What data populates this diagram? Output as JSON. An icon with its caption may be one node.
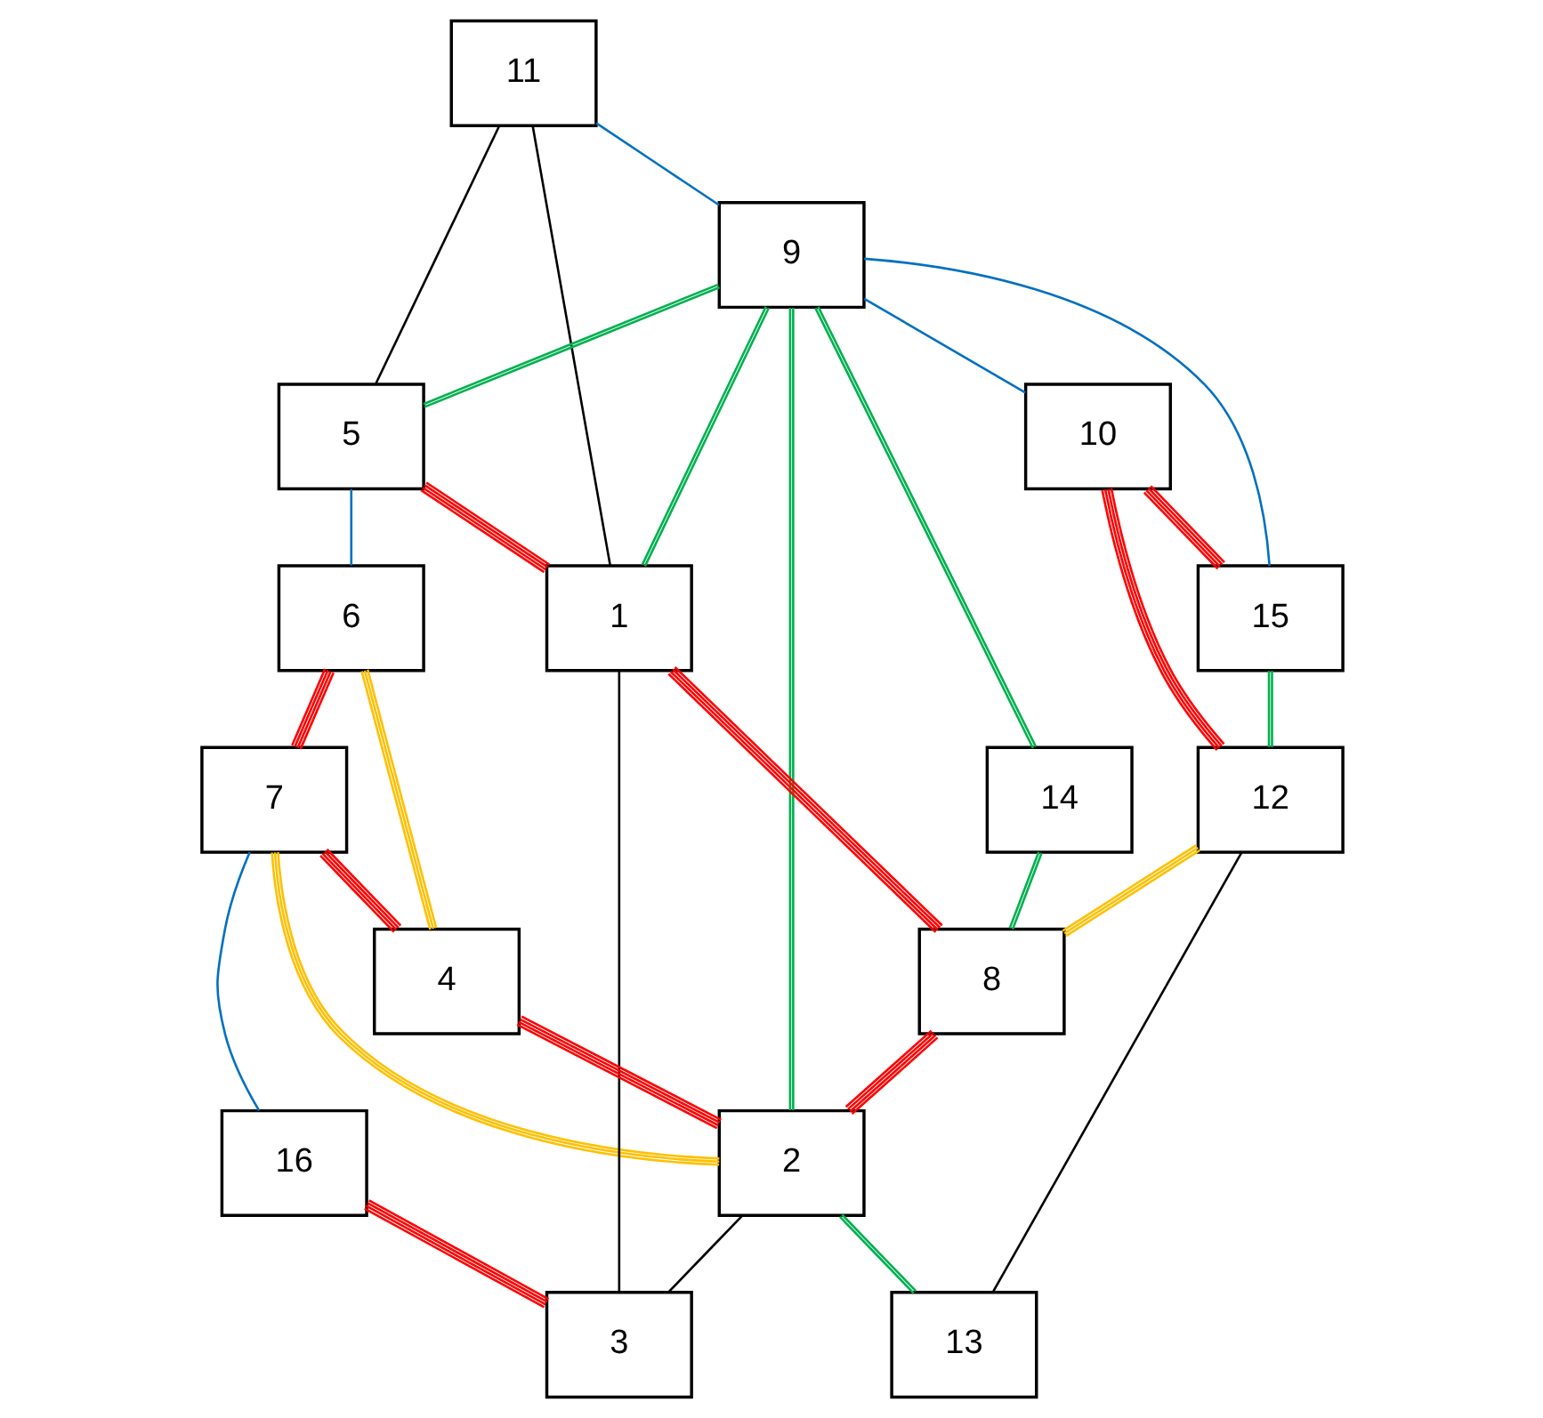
{
  "diagram": {
    "nodes": [
      {
        "text": [
          "11"
        ]
      },
      {
        "text": [
          "9"
        ]
      },
      {
        "text": [
          "5"
        ]
      },
      {
        "text": [
          "6"
        ]
      },
      {
        "text": [
          "7"
        ]
      },
      {
        "text": [
          "10"
        ]
      },
      {
        "text": [
          "15"
        ]
      },
      {
        "text": [
          "1"
        ]
      },
      {
        "text": [
          "4"
        ]
      },
      {
        "text": [
          "12"
        ]
      },
      {
        "text": [
          "14"
        ]
      },
      {
        "text": [
          "8"
        ]
      },
      {
        "text": [
          "2"
        ]
      },
      {
        "text": [
          "16"
        ]
      },
      {
        "text": [
          "3"
        ]
      },
      {
        "text": [
          "13"
        ]
      }
    ],
    "edges": [
      {
        "from": 0,
        "to": 1,
        "arrow": "none",
        "color": "#0070c0"
      },
      {
        "from": 1,
        "to": 6,
        "arrow": "none",
        "color": "#0070c0"
      },
      {
        "from": 1,
        "to": 5,
        "arrow": "none",
        "color": "#0070c0"
      },
      {
        "from": 2,
        "to": 3,
        "arrow": "none",
        "color": "#0070c0"
      },
      {
        "from": 4,
        "to": 13,
        "arrow": "none",
        "color": "#0070c0"
      },
      {
        "from": 0,
        "to": 2,
        "arrow": "none",
        "color": "#000000"
      },
      {
        "from": 0,
        "to": 7,
        "arrow": "none",
        "color": "#000000"
      },
      {
        "from": 7,
        "to": 14,
        "arrow": "none",
        "color": "#000000"
      },
      {
        "from": 9,
        "to": 15,
        "arrow": "none",
        "color": "#000000"
      },
      {
        "from": 12,
        "to": 14,
        "arrow": "none",
        "color": "#000000"
      },
      {
        "from": 2,
        "to": 7,
        "arrow": "none"
      },
      {
        "from": 3,
        "to": 4,
        "arrow": "none"
      },
      {
        "from": 4,
        "to": 8,
        "arrow": "none"
      },
      {
        "from": 8,
        "to": 12,
        "arrow": "none"
      },
      {
        "from": 7,
        "to": 11,
        "arrow": "none"
      },
      {
        "from": 11,
        "to": 12,
        "arrow": "none"
      },
      {
        "from": 5,
        "to": 6,
        "arrow": "none"
      },
      {
        "from": 5,
        "to": 9,
        "arrow": "none"
      },
      {
        "from": 13,
        "to": 14,
        "arrow": "none"
      },
      {
        "from": 1,
        "to": 2,
        "arrow": "none",
        "color": "#00b050"
      },
      {
        "from": 1,
        "to": 7,
        "arrow": "none",
        "color": "#00b050"
      },
      {
        "from": 1,
        "to": 10,
        "arrow": "none",
        "color": "#00b050"
      },
      {
        "from": 6,
        "to": 9,
        "arrow": "none",
        "color": "#00b050"
      },
      {
        "from": 10,
        "to": 11,
        "arrow": "none",
        "color": "#00b050"
      },
      {
        "from": 12,
        "to": 15,
        "arrow": "none",
        "color": "#00b050"
      },
      {
        "from": 1,
        "to": 12,
        "arrow": "none",
        "color": "#00b050"
      },
      {
        "from": 3,
        "to": 8,
        "arrow": "none",
        "color": "#ffc000"
      },
      {
        "from": 4,
        "to": 12,
        "arrow": "none",
        "color": "#ffc000"
      },
      {
        "from": 9,
        "to": 11,
        "arrow": "none",
        "color": "#ffc000"
      }
    ]
  }
}
